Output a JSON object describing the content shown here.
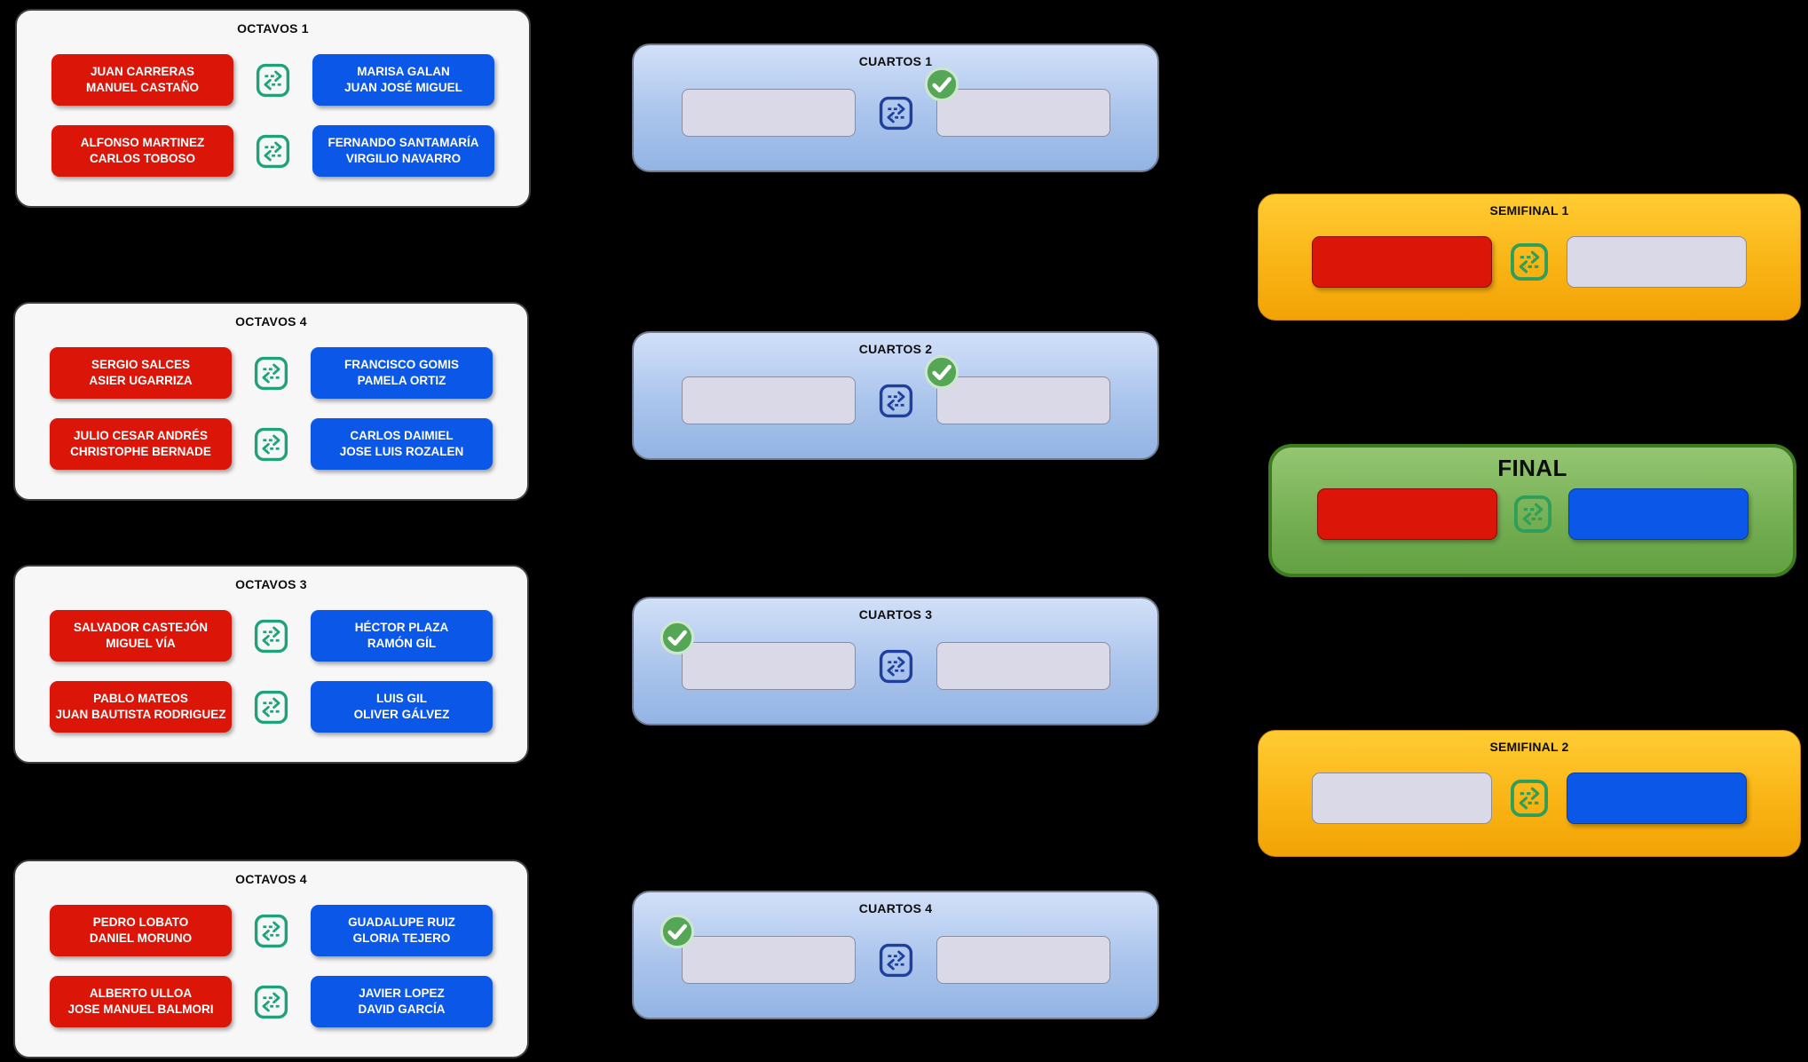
{
  "page": {
    "background": "#000000"
  },
  "colors": {
    "team_red": "#DB1508",
    "team_blue": "#0B57E8",
    "empty_slot": "#D9D9E8",
    "octavos_box": "#F7F7F7",
    "cuartos_box": "#AAC4EC",
    "semifinal_box": "#F9B213",
    "final_box": "#74AE52",
    "swap_octavos": "#1FA27B",
    "swap_cuartos": "#1E3F9E",
    "swap_final": "#2E9E5B",
    "check_green": "#55A757"
  },
  "octavos": [
    {
      "title": "OCTAVOS 1",
      "matches": [
        {
          "red": "JUAN CARRERAS\nMANUEL CASTAÑO",
          "blue": "MARISA GALAN\nJUAN JOSÉ MIGUEL"
        },
        {
          "red": "ALFONSO MARTINEZ\nCARLOS TOBOSO",
          "blue": "FERNANDO SANTAMARÍA\nVIRGILIO NAVARRO"
        }
      ]
    },
    {
      "title": "OCTAVOS 4",
      "matches": [
        {
          "red": "SERGIO SALCES\nASIER UGARRIZA",
          "blue": "FRANCISCO GOMIS\nPAMELA ORTIZ"
        },
        {
          "red": "JULIO CESAR ANDRÉS\nCHRISTOPHE BERNADE",
          "blue": "CARLOS DAIMIEL\nJOSE LUIS ROZALEN"
        }
      ]
    },
    {
      "title": "OCTAVOS 3",
      "matches": [
        {
          "red": "SALVADOR CASTEJÓN\nMIGUEL VÍA",
          "blue": "HÉCTOR PLAZA\nRAMÓN GÍL"
        },
        {
          "red": "PABLO MATEOS\nJUAN BAUTISTA RODRIGUEZ",
          "blue": "LUIS GIL\nOLIVER GÁLVEZ"
        }
      ]
    },
    {
      "title": "OCTAVOS 4",
      "matches": [
        {
          "red": "PEDRO LOBATO\nDANIEL MORUNO",
          "blue": "GUADALUPE RUIZ\nGLORIA TEJERO"
        },
        {
          "red": "ALBERTO ULLOA\nJOSE MANUEL BALMORI",
          "blue": "JAVIER LOPEZ\nDAVID GARCÍA"
        }
      ]
    }
  ],
  "cuartos": [
    {
      "title": "CUARTOS 1",
      "winner_check": "right"
    },
    {
      "title": "CUARTOS 2",
      "winner_check": "right"
    },
    {
      "title": "CUARTOS 3",
      "winner_check": "left"
    },
    {
      "title": "CUARTOS 4",
      "winner_check": "left"
    }
  ],
  "semifinals": [
    {
      "title": "SEMIFINAL 1",
      "left_slot": "red",
      "right_slot": "empty"
    },
    {
      "title": "SEMIFINAL 2",
      "left_slot": "empty",
      "right_slot": "blue"
    }
  ],
  "final": {
    "title": "FINAL",
    "left_slot": "red",
    "right_slot": "blue"
  }
}
